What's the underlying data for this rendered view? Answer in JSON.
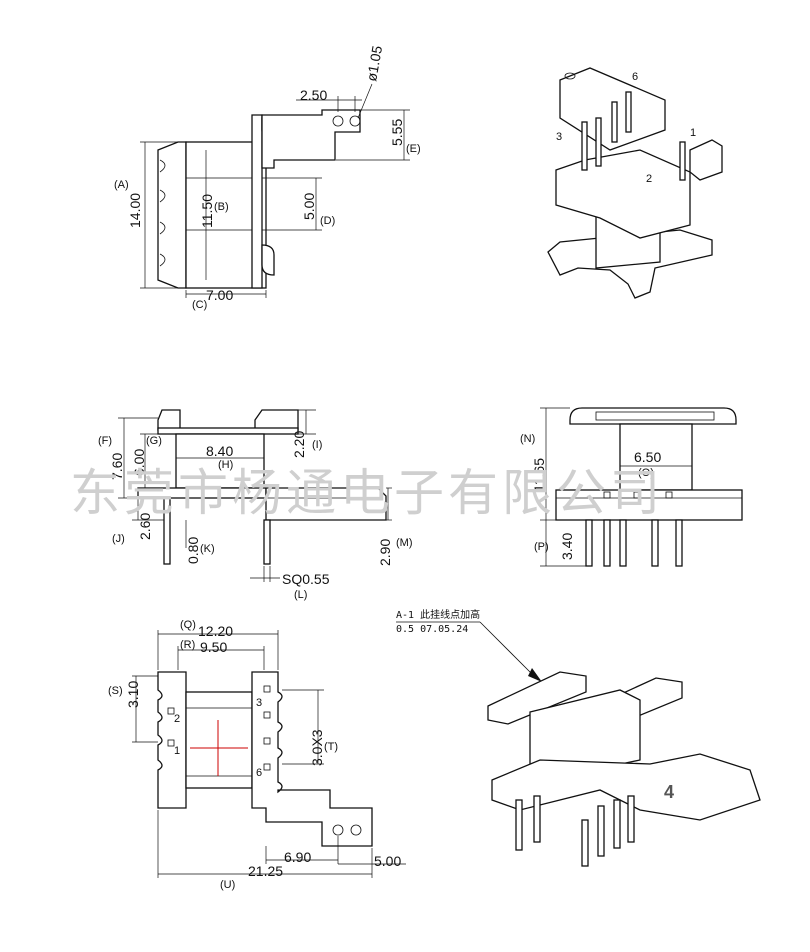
{
  "watermark": "东莞市杨通电子有限公司",
  "top_view": {
    "dims": {
      "d_250": "2.50",
      "d_105": "ø1.05",
      "d_555": "5.55",
      "d_1400": "14.00",
      "d_1150": "11.50",
      "d_500": "5.00",
      "d_700": "7.00"
    },
    "labels": {
      "A": "(A)",
      "B": "(B)",
      "C": "(C)",
      "D": "(D)",
      "E": "(E)"
    }
  },
  "side_view": {
    "dims": {
      "d_760": "7.60",
      "d_600": "6.00",
      "d_840": "8.40",
      "d_220": "2.20",
      "d_260": "2.60",
      "d_080": "0.80",
      "d_290": "2.90",
      "d_sq": "SQ0.55"
    },
    "labels": {
      "F": "(F)",
      "G": "(G)",
      "H": "(H)",
      "I": "(I)",
      "J": "(J)",
      "K": "(K)",
      "L": "(L)",
      "M": "(M)"
    }
  },
  "front_view": {
    "dims": {
      "d_1165": "11.65",
      "d_650": "6.50",
      "d_340": "3.40"
    },
    "labels": {
      "N": "(N)",
      "O": "(O)",
      "P": "(P)"
    }
  },
  "bottom_view": {
    "dims": {
      "d_1220": "12.20",
      "d_950": "9.50",
      "d_310": "3.10",
      "d_30x3": "3.0X3",
      "d_690": "6.90",
      "d_500b": "5.00",
      "d_2125": "21.25"
    },
    "labels": {
      "Q": "(Q)",
      "R": "(R)",
      "S": "(S)",
      "T": "(T)",
      "U": "(U)"
    },
    "pins": [
      "2",
      "1",
      "3",
      "6"
    ]
  },
  "iso_top": {
    "pins": [
      "6",
      "3",
      "1",
      "2"
    ]
  },
  "note": {
    "line1": "A-1 此挂线点加高",
    "line2": "0.5 07.05.24"
  },
  "iso_bottom": {
    "mark": "4"
  }
}
